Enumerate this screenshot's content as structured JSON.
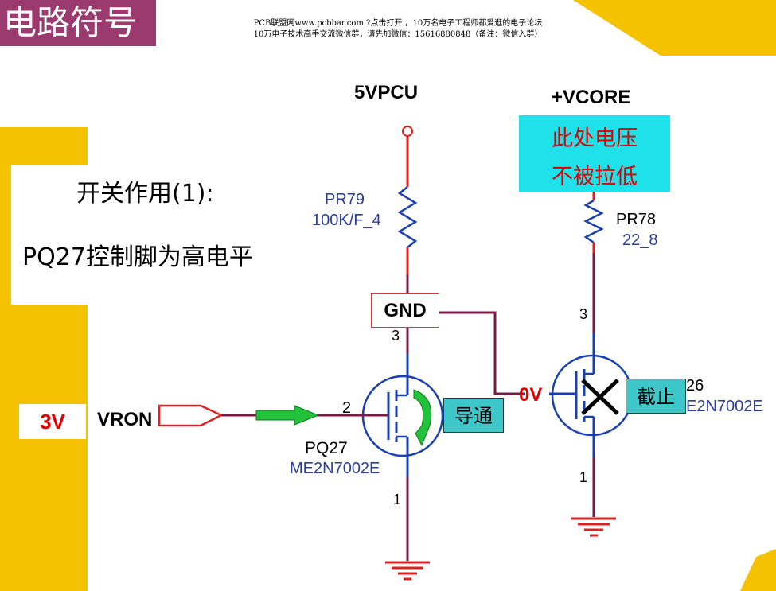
{
  "header": {
    "title": "电路符号",
    "watermark_line1": "PCB联盟网www.pcbbar.com ?点击打开 ，10万名电子工程师都爱逛的电子论坛",
    "watermark_line2": "10万电子技术高手交流微信群，请先加微信：15616880848（备注：微信入群）"
  },
  "explanation": {
    "heading": "开关作用(1):",
    "description": "PQ27控制脚为高电平"
  },
  "left_circuit": {
    "supply": "5VPCU",
    "resistor_ref": "PR79",
    "resistor_value": "100K/F_4",
    "gnd_label": "GND",
    "input_voltage": "3V",
    "input_net": "VRON",
    "pin_gate": "2",
    "pin_drain": "3",
    "pin_source": "1",
    "mosfet_ref": "PQ27",
    "mosfet_part": "ME2N7002E",
    "state_label": "导通"
  },
  "right_circuit": {
    "supply": "+VCORE",
    "note_line1": "此处电压",
    "note_line2": "不被拉低",
    "resistor_ref": "PR78",
    "resistor_value": "22_8",
    "gate_voltage": "0V",
    "pin_drain": "3",
    "pin_source": "1",
    "mosfet_ref_partial": "26",
    "mosfet_part_partial": "E2N7002E",
    "state_label": "截止"
  },
  "colors": {
    "title_bg": "#9a3a6e",
    "accent_yellow": "#f5c200",
    "wire_red": "#e02020",
    "wire_purple": "#7a1a44",
    "wire_blue": "#1a3fb0",
    "note_cyan": "#1ee1ea",
    "tag_teal": "#3ec7c8",
    "arrow_green": "#22c33a"
  }
}
